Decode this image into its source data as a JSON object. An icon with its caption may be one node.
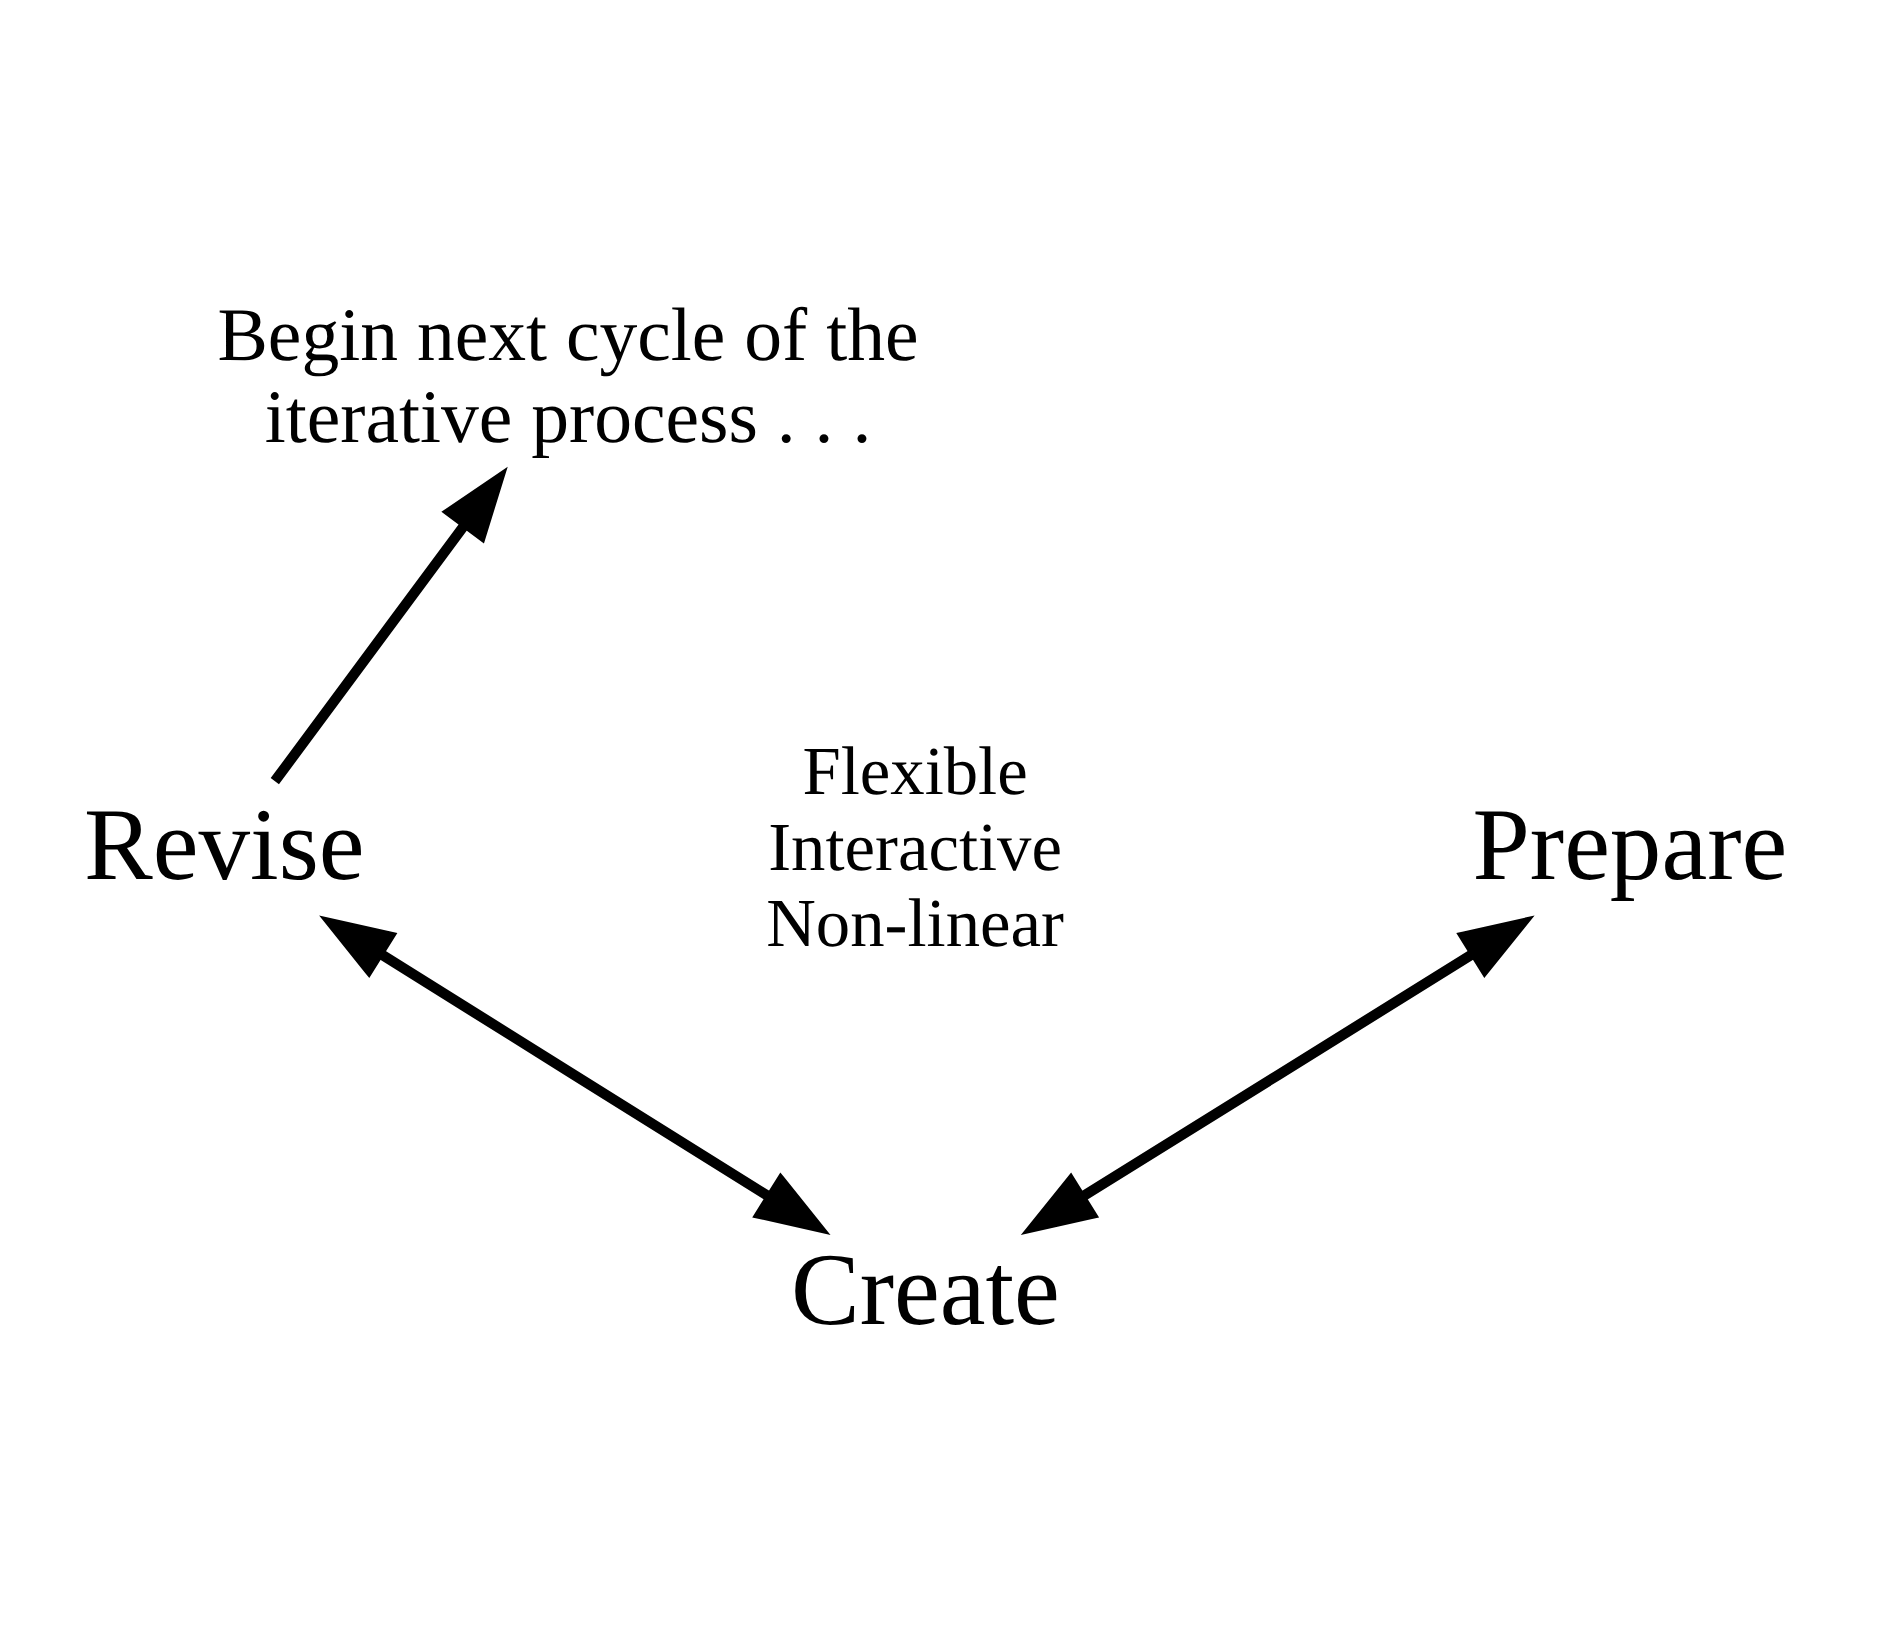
{
  "diagram": {
    "nodes": [
      {
        "text": [
          "Begin next cycle of the iterative process . . ."
        ]
      },
      {
        "text": [
          "Revise"
        ]
      },
      {
        "text": [
          "Prepare"
        ]
      },
      {
        "text": [
          "Create"
        ]
      }
    ],
    "edges": [
      {
        "from": 2,
        "to": 3,
        "arrow": "both"
      },
      {
        "from": 3,
        "to": 1,
        "arrow": "both"
      },
      {
        "from": 1,
        "to": 0,
        "arrow": "to"
      }
    ],
    "labels": [
      "Flexible Interactive Non-linear"
    ]
  }
}
